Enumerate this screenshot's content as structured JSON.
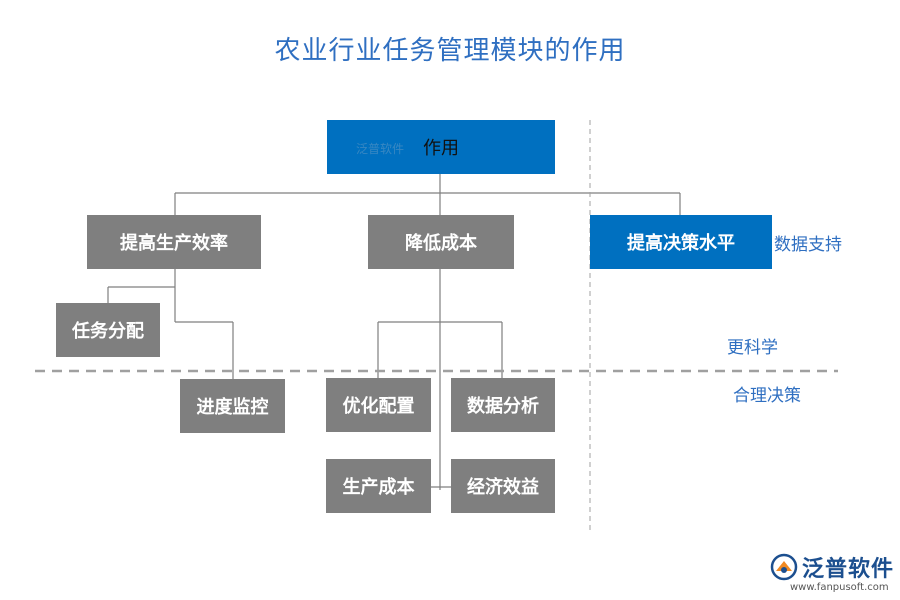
{
  "title": "农业行业任务管理模块的作用",
  "nodes": {
    "root": "作用",
    "efficiency": "提高生产效率",
    "cost": "降低成本",
    "decision": "提高决策水平",
    "task_assign": "任务分配",
    "progress": "进度监控",
    "optimize": "优化配置",
    "data_analysis": "数据分析",
    "prod_cost": "生产成本",
    "economic": "经济效益"
  },
  "side_labels": {
    "data_support": "数据支持",
    "more_scientific": "更科学",
    "rational_decision": "合理决策"
  },
  "watermark": "泛普软件",
  "logo": {
    "text": "泛普软件",
    "url": "www.fanpusoft.com"
  },
  "colors": {
    "title": "#2f6fc1",
    "gray_box": "#7f7f7f",
    "blue_box": "#0070c0",
    "line": "#7f7f7f"
  }
}
